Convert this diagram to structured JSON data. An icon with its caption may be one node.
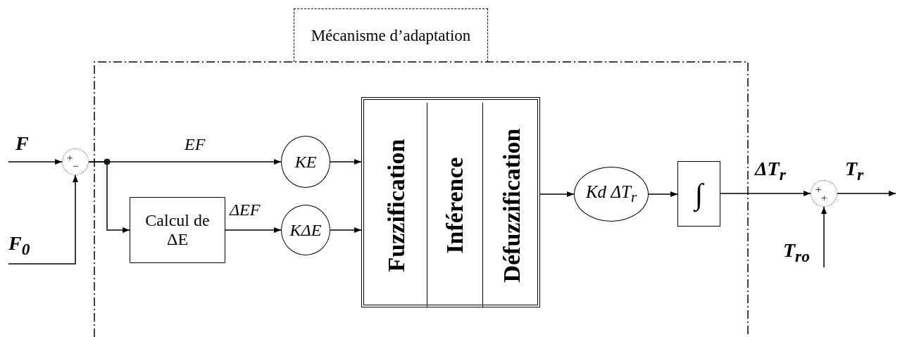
{
  "diagram": {
    "nodes": [
      {
        "text": [
          "Mécanisme d’adaptation"
        ]
      },
      {
        "text": [
          "+",
          "−"
        ]
      },
      {
        "text": [
          "Calcul de ΔE"
        ]
      },
      {
        "text": [
          "*KE*"
        ]
      },
      {
        "text": [
          "KΔE"
        ]
      },
      {
        "text": [],
        "shape": "box"
      },
      {
        "text": [
          "Fuzzification"
        ],
        "in": 5
      },
      {
        "text": [
          "Inférence"
        ],
        "in": 5
      },
      {
        "text": [
          "Défuzzification"
        ],
        "in": 5
      },
      {
        "text": [
          "Kd ΔT$_{r}$"
        ]
      },
      {
        "text": [
          "∫"
        ]
      },
      {
        "text": [
          "+",
          "+"
        ]
      }
    ],
    "edges": [
      {
        "from": null,
        "to": 1,
        "arrow": "to"
      },
      {
        "from": null,
        "to": 1,
        "arrow": "to"
      },
      {
        "from": 1,
        "to": 3,
        "arrow": "to",
        "label": "*EF*"
      },
      {
        "from": 1,
        "to": 2,
        "arrow": "to"
      },
      {
        "from": 2,
        "to": 4,
        "arrow": "to",
        "label": "ΔEF"
      },
      {
        "from": 3,
        "to": 5,
        "arrow": "to"
      },
      {
        "from": 4,
        "to": 5,
        "arrow": "to"
      },
      {
        "from": 5,
        "to": 9,
        "arrow": "to"
      },
      {
        "from": 9,
        "to": 10,
        "arrow": "to"
      },
      {
        "from": 10,
        "to": 11,
        "arrow": "to"
      },
      {
        "from": null,
        "to": 11,
        "arrow": "to"
      },
      {
        "from": 11,
        "to": null,
        "arrow": "to"
      }
    ],
    "labels": [
      "F",
      "F$_{0}$",
      "ΔT$_{r}$",
      "T$_{r}$",
      "T$_{ro}$"
    ]
  }
}
